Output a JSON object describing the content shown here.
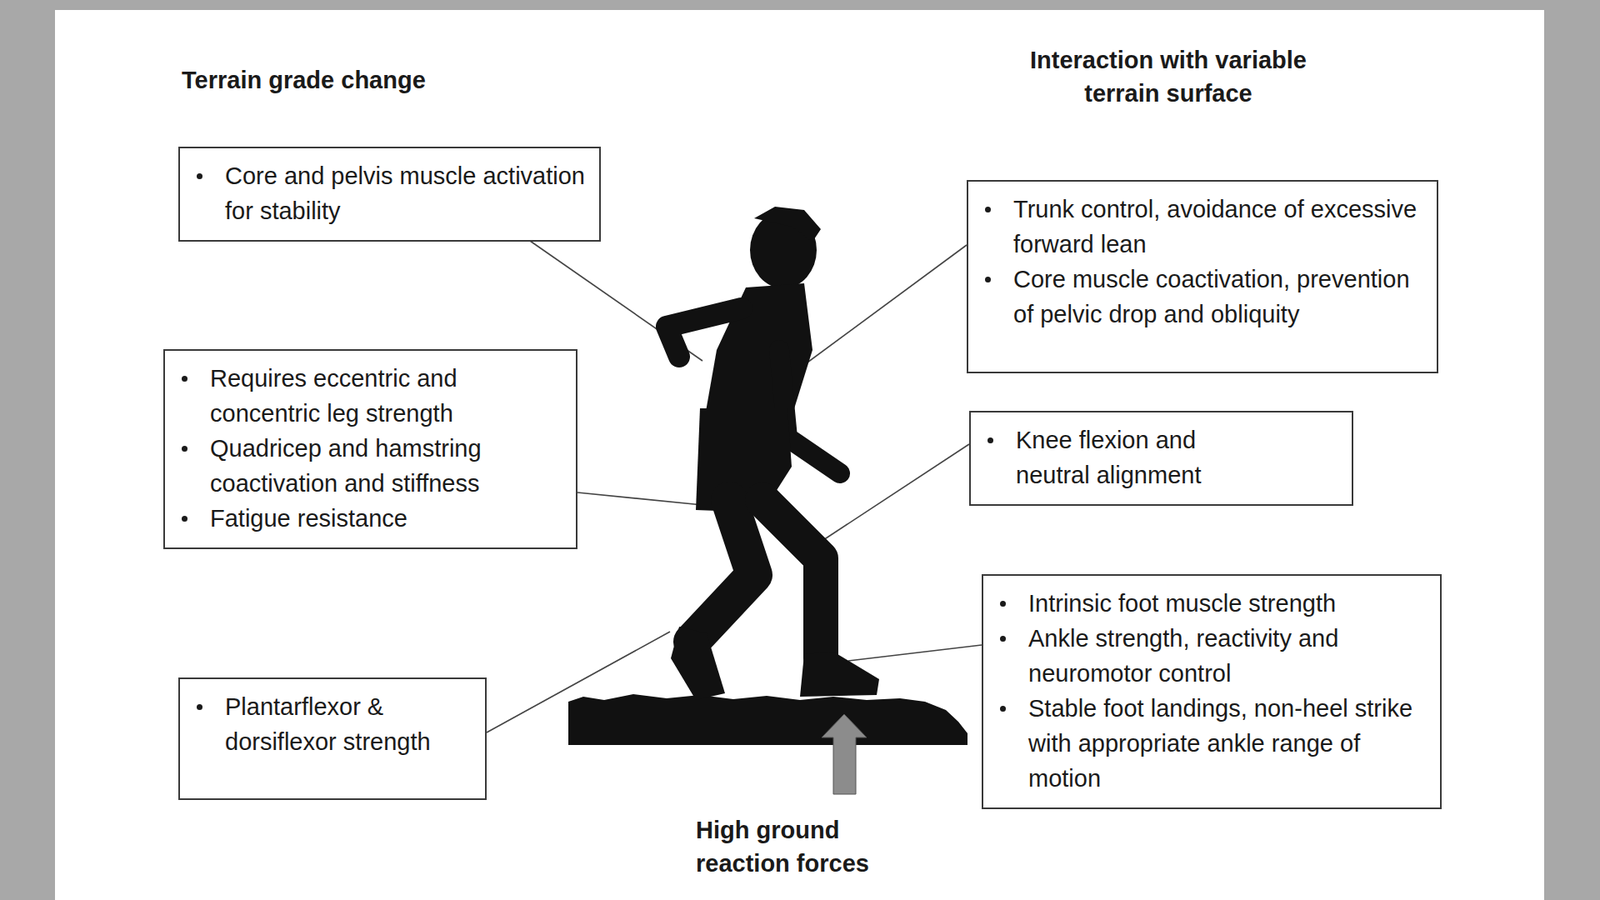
{
  "diagram": {
    "nodes": [
      {
        "text": [
          "Core and pelvis muscle activation for stability"
        ]
      },
      {
        "text": [
          "Trunk control, avoidance of excessive forward lean",
          "Core muscle coactivation, prevention of pelvic drop and obliquity"
        ]
      },
      {
        "text": [
          "Requires eccentric and concentric leg strength",
          "Quadricep and hamstring coactivation and stiffness",
          "Fatigue resistance"
        ]
      },
      {
        "text": [
          "Knee flexion and neutral alignment"
        ]
      },
      {
        "text": [
          "Intrinsic foot muscle strength",
          "Ankle strength, reactivity and neuromotor control",
          "Stable foot landings, non-heel strike with appropriate ankle range of motion"
        ]
      },
      {
        "text": [
          "Plantarflexor & dorsiflexor strength"
        ]
      }
    ],
    "labels": [
      "Terrain grade change",
      "Interaction with variable terrain surface",
      "High ground reaction forces"
    ]
  }
}
